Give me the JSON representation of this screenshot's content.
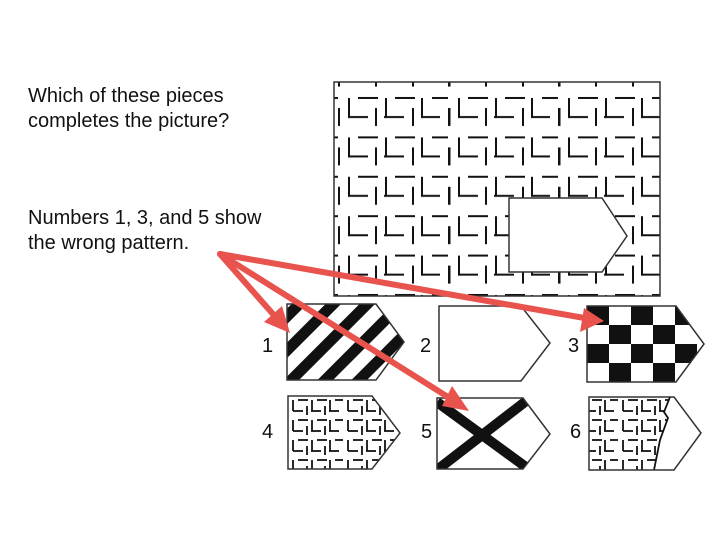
{
  "question": {
    "line1": "Which of these pieces",
    "line2": "completes the picture?"
  },
  "note": {
    "line1": "Numbers 1, 3, and 5 show",
    "line2": "the wrong pattern."
  },
  "options": [
    {
      "number": "1",
      "pattern": "diagonal-stripes"
    },
    {
      "number": "2",
      "pattern": "blank"
    },
    {
      "number": "3",
      "pattern": "checkerboard"
    },
    {
      "number": "4",
      "pattern": "dash-grid"
    },
    {
      "number": "5",
      "pattern": "x-cross"
    },
    {
      "number": "6",
      "pattern": "dash-grid-partial"
    }
  ],
  "arrow_targets": [
    "1",
    "3",
    "5"
  ],
  "colors": {
    "arrow": "#e8534d",
    "ink": "#111111",
    "outline": "#333333"
  }
}
